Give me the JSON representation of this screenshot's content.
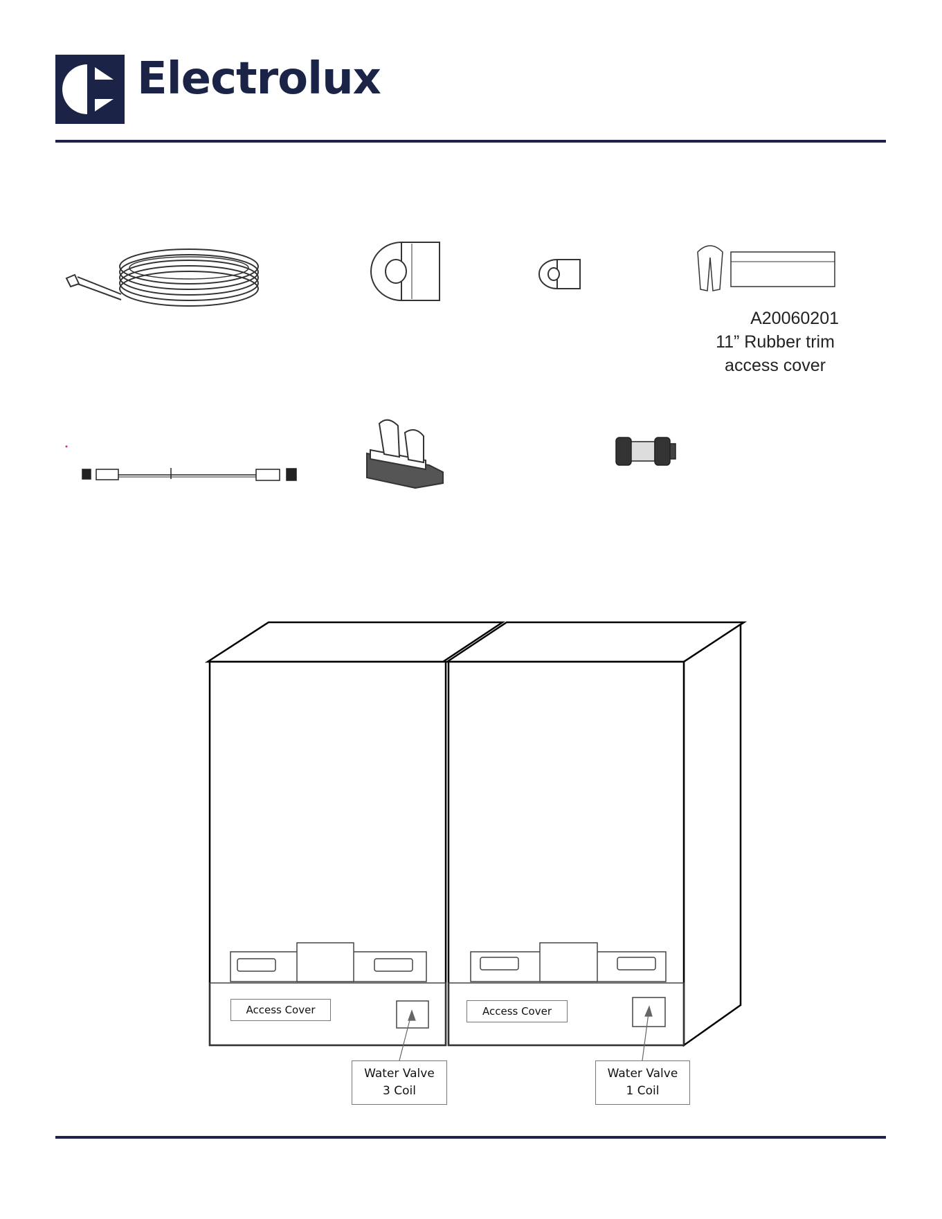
{
  "header": {
    "brand_name": "Electrolux",
    "logo_icon": "electrolux-logo-icon",
    "brand_color": "#1b2447"
  },
  "parts": {
    "rubber_trim": {
      "part_number": "A20060201",
      "line2": "11” Rubber trim",
      "line3": "access cover"
    }
  },
  "diagram": {
    "left_unit": {
      "access_cover_label": "Access Cover",
      "valve_label_line1": "Water Valve",
      "valve_label_line2": "3 Coil"
    },
    "right_unit": {
      "access_cover_label": "Access Cover",
      "valve_label_line1": "Water Valve",
      "valve_label_line2": "1 Coil"
    }
  }
}
